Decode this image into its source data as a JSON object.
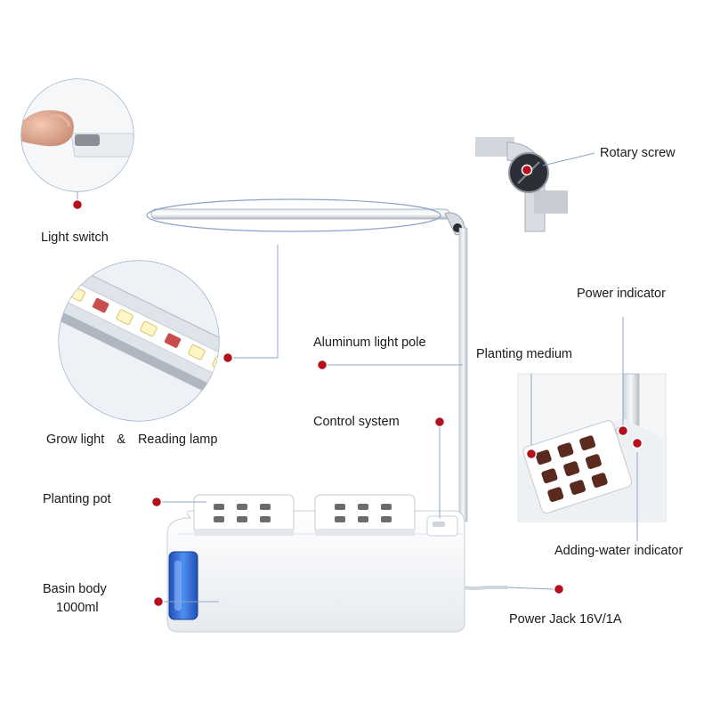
{
  "labels": {
    "light_switch": "Light switch",
    "rotary_screw": "Rotary screw",
    "power_indicator": "Power indicator",
    "aluminum_light_pole": "Aluminum light pole",
    "planting_medium": "Planting medium",
    "grow_light": "Grow light",
    "ampersand": "&",
    "reading_lamp": "Reading lamp",
    "control_system": "Control system",
    "planting_pot": "Planting pot",
    "adding_water_indicator": "Adding-water indicator",
    "basin_body_line1": "Basin body",
    "basin_body_line2": "1000ml",
    "power_jack": "Power Jack 16V/1A"
  },
  "colors": {
    "marker": "#b3121c",
    "leader": "#8aa4c8",
    "body": "#f4f6f9",
    "body_shade": "#dde3ea",
    "water_window": "#2f6fd6",
    "pod_cell": "#5a2a1f",
    "led": "#fff6c8"
  },
  "icons": {
    "marker": "red-dot-marker-icon",
    "finger": "finger-icon",
    "screw": "rotary-screw-icon"
  }
}
